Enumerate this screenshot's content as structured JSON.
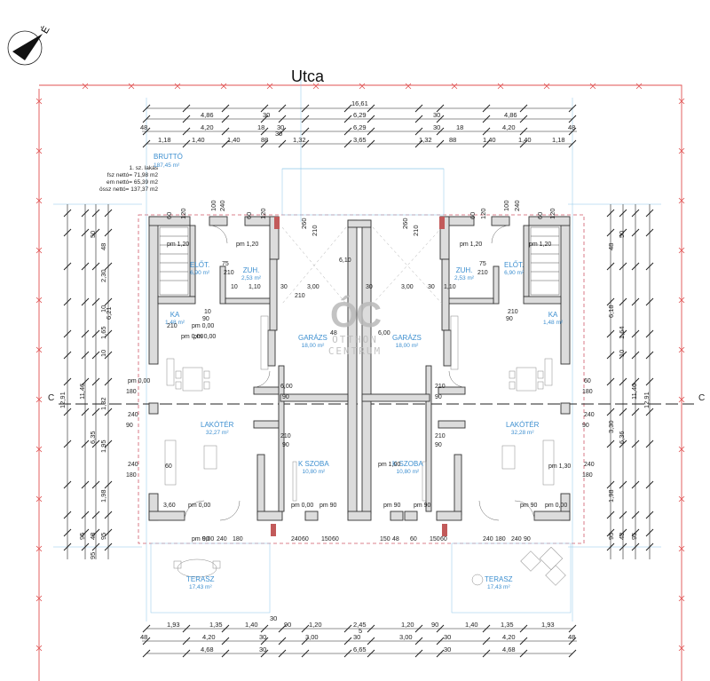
{
  "street": "Utca",
  "compass": {
    "label": "É"
  },
  "legend": {
    "title": "1. sz. lakás",
    "lines": [
      "fsz nettó= 71,98 m2",
      "em nettó= 65,39 m2",
      "össz nettó= 137,37 m2"
    ]
  },
  "brutto": {
    "label": "BRUTTÓ",
    "area": "187,45 m²"
  },
  "section_mark": "C",
  "logo": {
    "mark": "ÓC",
    "text1": "OTTHON",
    "text2": "CENTRUM"
  },
  "rooms": {
    "elot_left": {
      "name": "ELŐT.",
      "area": "6,90 m²"
    },
    "zuh_left": {
      "name": "ZUH.",
      "area": "2,53 m²"
    },
    "ka_left": {
      "name": "KA",
      "area": "1,48 m²"
    },
    "garazs_left": {
      "name": "GARÁZS",
      "area": "18,00 m²"
    },
    "garazs_right": {
      "name": "GARÁZS",
      "area": "18,00 m²"
    },
    "zuh_right": {
      "name": "ZUH.",
      "area": "2,53 m²"
    },
    "elot_right": {
      "name": "ELŐT.",
      "area": "6,90 m²"
    },
    "ka_right": {
      "name": "KA",
      "area": "1,48 m²"
    },
    "lakoter_left": {
      "name": "LAKÓTÉR",
      "area": "32,27 m²"
    },
    "lakoter_right": {
      "name": "LAKÓTÉR",
      "area": "32,28 m²"
    },
    "kszoba_left": {
      "name": "K SZOBA",
      "area": "10,80 m²"
    },
    "kszoba_right": {
      "name": "K SZOBA",
      "area": "10,80 m²"
    },
    "terasz_left": {
      "name": "TERASZ",
      "area": "17,43 m²"
    },
    "terasz_right": {
      "name": "TERASZ",
      "area": "17,43 m²"
    }
  },
  "dims_top": {
    "row1": [
      "16,61"
    ],
    "row2": [
      "4,86",
      "30",
      "6,29",
      "30",
      "4,86"
    ],
    "row3": [
      "48",
      "4,20",
      "18",
      "30",
      "6,29",
      "30",
      "18",
      "4,20",
      "48"
    ],
    "row4": [
      "1,18",
      "1,40",
      "1,40",
      "88",
      "30",
      "1,32",
      "3,65",
      "1,32",
      "88",
      "1,40",
      "1,40",
      "1,18"
    ]
  },
  "dims_bottom": {
    "row1": [
      "1,93",
      "1,35",
      "1,40",
      "30",
      "90",
      "1,20",
      "2,45",
      "1,20",
      "90",
      "1,40",
      "1,35",
      "1,93"
    ],
    "row2": [
      "48",
      "4,20",
      "30",
      "3,00",
      "30",
      "3,00",
      "30",
      "4,20",
      "48"
    ],
    "row3": [
      "4,68",
      "30",
      "6,65",
      "30",
      "4,68"
    ],
    "mid": "5"
  },
  "dims_left": [
    "12,91",
    "11,46",
    "50",
    "48",
    "2,30",
    "10",
    "1,65",
    "10",
    "1,32",
    "6,35",
    "1,95",
    "1,98",
    "95",
    "48",
    "95",
    "6,21",
    "95"
  ],
  "dims_right": [
    "12,91",
    "11,46",
    "50",
    "48",
    "6,18",
    "1,64",
    "10",
    "1,98",
    "95",
    "48",
    "95",
    "3,30",
    "6,36"
  ],
  "inner_labels": {
    "top_left": [
      "60",
      "120",
      "100",
      "240",
      "60",
      "120"
    ],
    "top_right": [
      "60",
      "120",
      "100",
      "240",
      "60",
      "120"
    ],
    "garage_top": [
      "260",
      "210",
      "260",
      "210"
    ],
    "misc": [
      "pm 1,20",
      "pm 1,20",
      "pm 1,20",
      "pm 1,20",
      "75",
      "210",
      "75",
      "210",
      "10",
      "1,10",
      "30",
      "3,00",
      "30",
      "3,00",
      "30",
      "1,10",
      "10",
      "90",
      "210",
      "90",
      "210",
      "6,10",
      "48",
      "6,00",
      "6,00",
      "90",
      "210",
      "90",
      "210",
      "90",
      "210",
      "90",
      "210",
      "pm 0,00",
      "pm 0,00",
      "pm 0,00",
      "pm 0,00",
      "180",
      "240",
      "90",
      "240",
      "180",
      "60",
      "180",
      "240",
      "90",
      "240",
      "180",
      "60",
      "pm 1,30",
      "pm 1,00",
      "3,60",
      "pm 0,00",
      "pm 0,00",
      "pm 90",
      "pm 90",
      "pm 90",
      "pm 90",
      "pm 0,00",
      "pm 0,00",
      "90",
      "240",
      "180",
      "240",
      "180",
      "240",
      "90",
      "240",
      "60",
      "150",
      "60",
      "150",
      "48",
      "60",
      "150",
      "60",
      "150"
    ]
  }
}
